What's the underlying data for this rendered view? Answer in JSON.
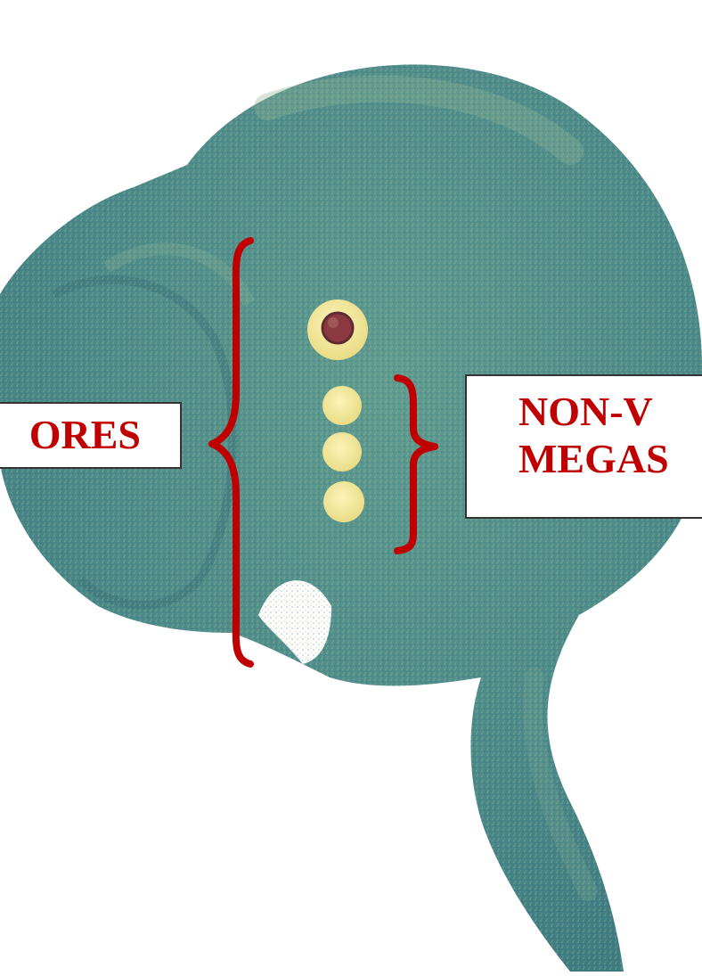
{
  "labels": {
    "left": "ORES",
    "right_line1": "NON-V",
    "right_line2": "MEGAS"
  },
  "colors": {
    "body": "#4c8a8a",
    "body_light": "#7aa88e",
    "body_dark": "#356f76",
    "bracket": "#c00000",
    "nucleus": "#8a3a3e",
    "nucleus_ring": "#f3ea8a",
    "spore": "#f6e898",
    "label_text": "#c00000"
  }
}
